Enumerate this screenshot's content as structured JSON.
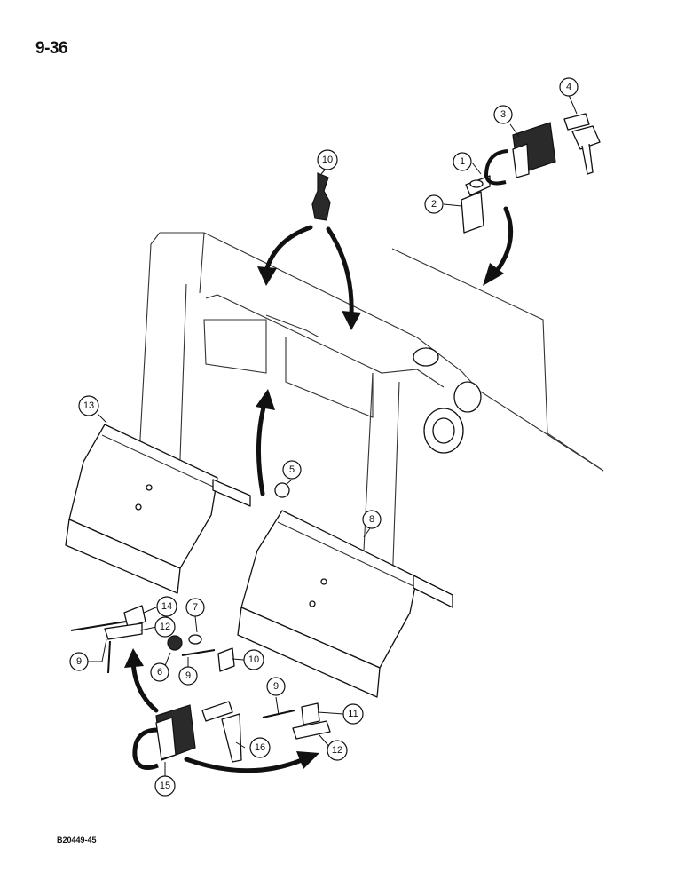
{
  "page": {
    "number": "9-36",
    "figure_id": "B20449-45"
  },
  "callouts": [
    {
      "id": "callout-1",
      "label": "1"
    },
    {
      "id": "callout-2",
      "label": "2"
    },
    {
      "id": "callout-3",
      "label": "3"
    },
    {
      "id": "callout-4",
      "label": "4"
    },
    {
      "id": "callout-10-top",
      "label": "10"
    },
    {
      "id": "callout-13",
      "label": "13"
    },
    {
      "id": "callout-5",
      "label": "5"
    },
    {
      "id": "callout-8",
      "label": "8"
    },
    {
      "id": "callout-14",
      "label": "14"
    },
    {
      "id": "callout-7",
      "label": "7"
    },
    {
      "id": "callout-12-left",
      "label": "12"
    },
    {
      "id": "callout-9-left",
      "label": "9"
    },
    {
      "id": "callout-6",
      "label": "6"
    },
    {
      "id": "callout-9-mid",
      "label": "9"
    },
    {
      "id": "callout-10-bottom",
      "label": "10"
    },
    {
      "id": "callout-9-right",
      "label": "9"
    },
    {
      "id": "callout-11",
      "label": "11"
    },
    {
      "id": "callout-16",
      "label": "16"
    },
    {
      "id": "callout-12-right",
      "label": "12"
    },
    {
      "id": "callout-15",
      "label": "15"
    }
  ]
}
